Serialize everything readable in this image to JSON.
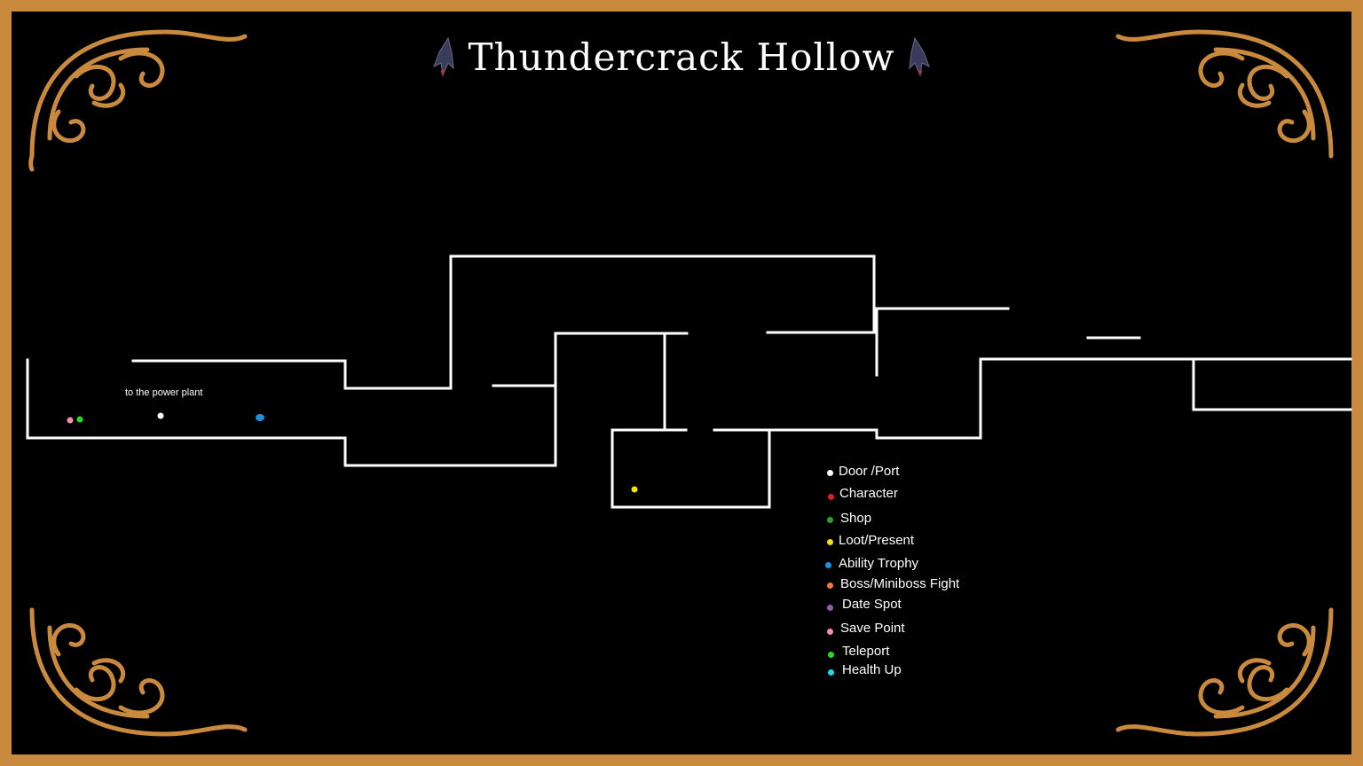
{
  "title": "Thundercrack Hollow",
  "map": {
    "note": "to the power plant",
    "wall_color": "#ffffff",
    "markers": [
      {
        "type": "save-point",
        "color": "#f48fb1"
      },
      {
        "type": "teleport",
        "color": "#22dd22"
      },
      {
        "type": "door-port",
        "color": "#ffffff"
      },
      {
        "type": "ability-trophy",
        "color": "#1e90e0"
      },
      {
        "type": "loot-present",
        "color": "#f5e400"
      }
    ]
  },
  "legend": {
    "items": [
      {
        "label": "Door /Port",
        "color": "#ffffff"
      },
      {
        "label": "Character",
        "color": "#e02020"
      },
      {
        "label": "Shop",
        "color": "#2e9e3a"
      },
      {
        "label": "Loot/Present",
        "color": "#f5e400"
      },
      {
        "label": "Ability Trophy",
        "color": "#1e90e0"
      },
      {
        "label": "Boss/Miniboss Fight",
        "color": "#f07840"
      },
      {
        "label": "Date Spot",
        "color": "#9b59b6"
      },
      {
        "label": "Save Point",
        "color": "#f48fb1"
      },
      {
        "label": "Teleport",
        "color": "#22dd22"
      },
      {
        "label": "Health Up",
        "color": "#22d8e8"
      }
    ]
  },
  "theme": {
    "frame": "#c98a3e",
    "background": "#000000"
  }
}
